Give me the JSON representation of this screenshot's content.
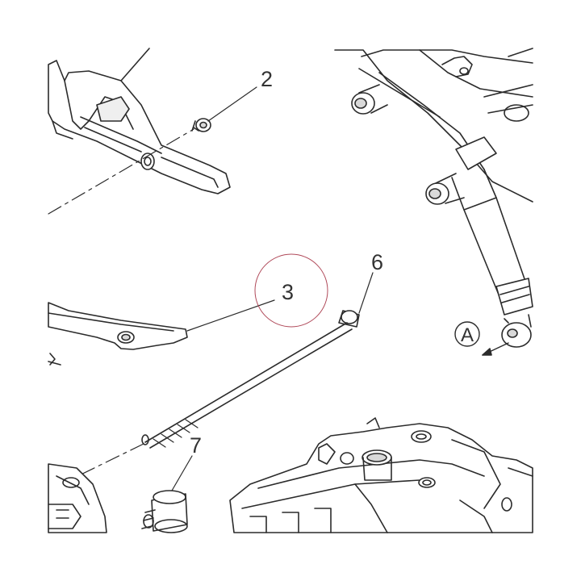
{
  "diagram": {
    "callouts": {
      "c2": "2",
      "c3": "3",
      "c6": "6",
      "c7": "7",
      "cA": "A"
    },
    "colors": {
      "line": "#2b2b2b",
      "part_fill": "#ffffff",
      "part_shade": "#d9d9d9",
      "highlight_circle": "#b04a5a",
      "text": "#333333"
    }
  }
}
